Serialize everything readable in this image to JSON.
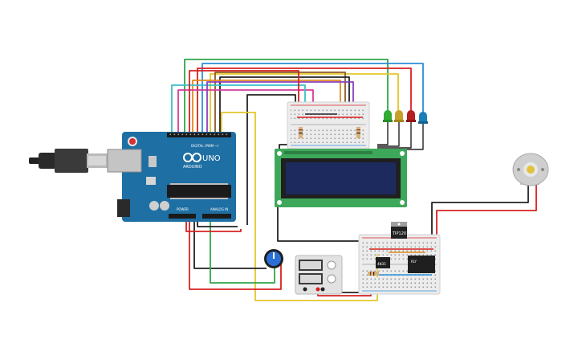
{
  "arduino": {
    "brand": "ARDUINO",
    "model": "UNO",
    "digital_label": "DIGITAL (PWM ~)",
    "power_label": "POWER",
    "analog_label": "ANALOG IN",
    "color": "#1e6fa3"
  },
  "lcd": {
    "pcb_color": "#3ea85a",
    "screen_color": "#1c2a5e"
  },
  "transistor": {
    "label": "TIP120"
  },
  "ic_1": {
    "label": "4N35"
  },
  "relay": {
    "label": "RLY"
  },
  "leds": {
    "colors": [
      "#33aa33",
      "#c7a22a",
      "#b51f1f",
      "#1a7fb7"
    ]
  },
  "wire_colors": {
    "red": "#d82020",
    "black": "#222222",
    "green": "#2ea84a",
    "yellow": "#e4c62a",
    "blue": "#2b8fd8",
    "orange": "#e08a1c",
    "purple": "#8a3fbf",
    "pink": "#d63a9a",
    "brown": "#8a5a2b",
    "cyan": "#3bbfc6"
  }
}
